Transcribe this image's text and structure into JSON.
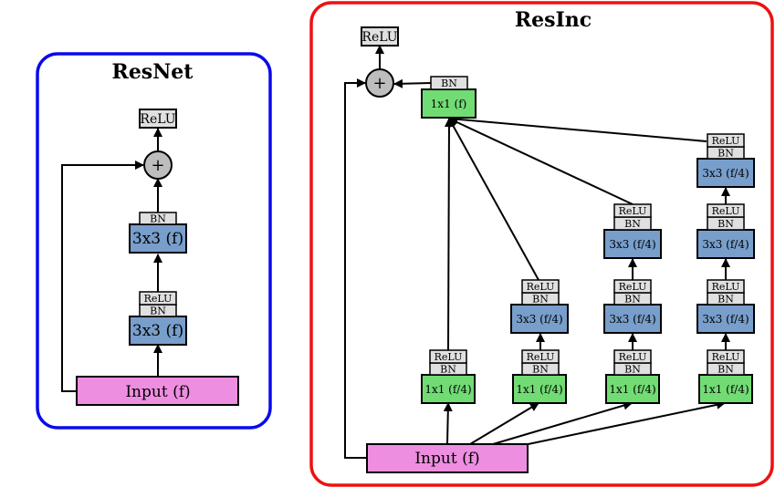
{
  "colors": {
    "resnet_border": "#0a0aee",
    "resinc_border": "#ee1111",
    "input_fill": "#ee8ee0",
    "conv3_fill": "#789ecb",
    "conv1_fill": "#72dc74",
    "bn_fill": "#e0e0e0",
    "add_fill": "#bdbdbd"
  },
  "resnet": {
    "title": "ResNet",
    "input": "Input (f)",
    "conv_a": "3x3 (f)",
    "conv_b": "3x3 (f)",
    "bn_a": "BN",
    "relu_a": "ReLU",
    "bn_b": "BN",
    "plus": "+",
    "relu_out": "ReLU"
  },
  "resinc": {
    "title": "ResInc",
    "input": "Input (f)",
    "plus": "+",
    "relu_out": "ReLU",
    "merge_bn": "BN",
    "merge_conv": "1x1 (f)",
    "b1": {
      "conv1": "1x1 (f/4)",
      "bn1": "BN",
      "relu1": "ReLU"
    },
    "b2": {
      "conv1": "1x1 (f/4)",
      "bn1": "BN",
      "relu1": "ReLU",
      "conv2": "3x3 (f/4)",
      "bn2": "BN",
      "relu2": "ReLU"
    },
    "b3": {
      "conv1": "1x1 (f/4)",
      "bn1": "BN",
      "relu1": "ReLU",
      "conv2": "3x3 (f/4)",
      "bn2": "BN",
      "relu2": "ReLU",
      "conv3": "3x3 (f/4)",
      "bn3": "BN",
      "relu3": "ReLU"
    },
    "b4": {
      "conv1": "1x1 (f/4)",
      "bn1": "BN",
      "relu1": "ReLU",
      "conv2": "3x3 (f/4)",
      "bn2": "BN",
      "relu2": "ReLU",
      "conv3": "3x3 (f/4)",
      "bn3": "BN",
      "relu3": "ReLU",
      "conv4": "3x3 (f/4)",
      "bn4": "BN",
      "relu4": "ReLU"
    }
  }
}
